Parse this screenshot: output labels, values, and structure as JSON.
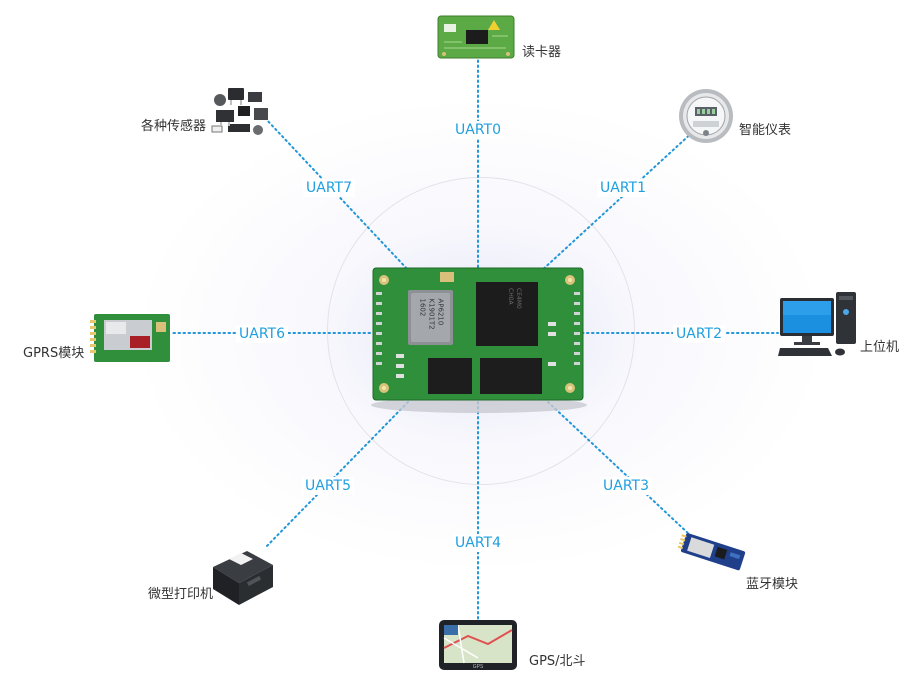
{
  "center": {
    "chip1_lines": [
      "AP6210",
      "K1901T2",
      "1602"
    ],
    "chip2_lines": [
      "CE4M0",
      "CH0A"
    ]
  },
  "ports": {
    "uart0": "UART0",
    "uart1": "UART1",
    "uart2": "UART2",
    "uart3": "UART3",
    "uart4": "UART4",
    "uart5": "UART5",
    "uart6": "UART6",
    "uart7": "UART7"
  },
  "devices": {
    "card_reader": "读卡器",
    "smart_meter": "智能仪表",
    "host_pc": "上位机",
    "bluetooth": "蓝牙模块",
    "gps": "GPS/北斗",
    "printer": "微型打印机",
    "gprs": "GPRS模块",
    "sensors": "各种传感器"
  },
  "icons": {
    "card_reader": "rfid-reader-board-icon",
    "smart_meter": "electric-meter-icon",
    "host_pc": "desktop-computer-icon",
    "bluetooth": "bluetooth-module-icon",
    "gps": "gps-navigator-icon",
    "printer": "thermal-printer-icon",
    "gprs": "gprs-module-icon",
    "sensors": "sensor-components-icon"
  },
  "colors": {
    "line": "#2196d8",
    "uart_text": "#1f9fdf",
    "pcb_green": "#2f8f3a"
  }
}
